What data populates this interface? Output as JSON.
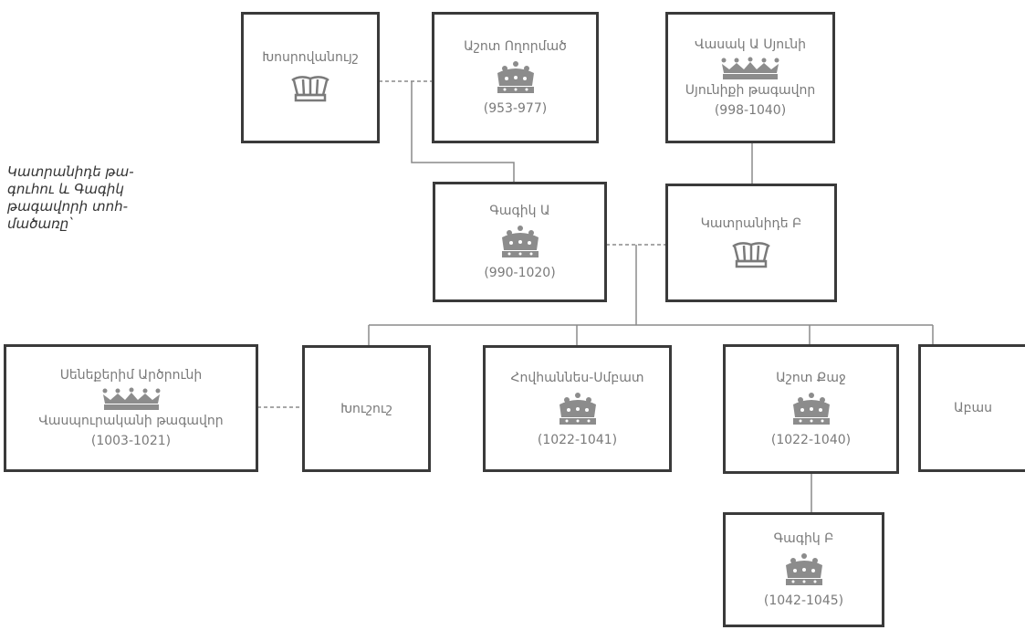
{
  "caption": "Կատրանիդե թա-\nգուհու և Գագիկ\nթագավորի տոհ-\nմածառը՝",
  "nodes": {
    "khosrovanuysh": {
      "name": "Խոսրովանույշ",
      "icon": "open-crown-icon"
    },
    "ashot_voghormats": {
      "name": "Աշոտ Ողորմած",
      "icon": "jeweled-crown-icon",
      "years": "(953-977)"
    },
    "vasak_a_syunii": {
      "name": "Վասակ Ա Սյունի",
      "icon": "wide-crown-icon",
      "title": "Սյունիքի թագավոր",
      "years": "(998-1040)"
    },
    "gagik_a": {
      "name": "Գագիկ Ա",
      "icon": "jeweled-crown-icon",
      "years": "(990-1020)"
    },
    "katranide_b": {
      "name": "Կատրանիդե Բ",
      "icon": "open-crown-icon"
    },
    "senekerim": {
      "name": "Սենեքերիմ Արծրունի",
      "icon": "wide-crown-icon",
      "title": "Վասպուրականի թագավոր",
      "years": "(1003-1021)"
    },
    "khushush": {
      "name": "Խուշուշ"
    },
    "hovhannes_smbat": {
      "name": "Հովհաննես-Սմբատ",
      "icon": "jeweled-crown-icon",
      "years": "(1022-1041)"
    },
    "ashot_kaj": {
      "name": "Աշոտ Քաջ",
      "icon": "jeweled-crown-icon",
      "years": "(1022-1040)"
    },
    "abas": {
      "name": "Աբաս"
    },
    "gagik_b": {
      "name": "Գագիկ Բ",
      "icon": "jeweled-crown-icon",
      "years": "(1042-1045)"
    }
  },
  "colors": {
    "border": "#3a3a3a",
    "line": "#8a8a8a",
    "text": "#7a7a7a",
    "crown": "#8c8c8c"
  }
}
